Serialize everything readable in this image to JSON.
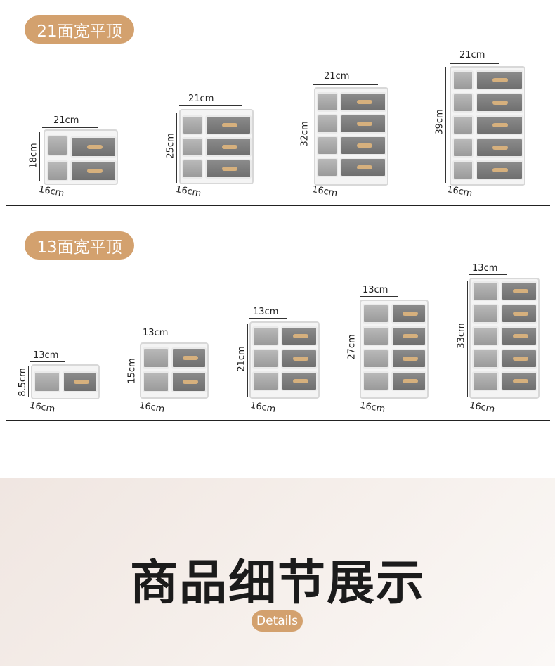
{
  "section1": {
    "badge": "21面宽平顶"
  },
  "section2": {
    "badge": "13面宽平顶"
  },
  "units_21": [
    {
      "width": "21cm",
      "height": "18cm",
      "depth": "16cm",
      "drawers": 2
    },
    {
      "width": "21cm",
      "height": "25cm",
      "depth": "16cm",
      "drawers": 3
    },
    {
      "width": "21cm",
      "height": "32cm",
      "depth": "16cm",
      "drawers": 4
    },
    {
      "width": "21cm",
      "height": "39cm",
      "depth": "16cm",
      "drawers": 5
    }
  ],
  "units_13": [
    {
      "width": "13cm",
      "height": "8.5cm",
      "depth": "16cm",
      "drawers": 1
    },
    {
      "width": "13cm",
      "height": "15cm",
      "depth": "16cm",
      "drawers": 2
    },
    {
      "width": "13cm",
      "height": "21cm",
      "depth": "16cm",
      "drawers": 3
    },
    {
      "width": "13cm",
      "height": "27cm",
      "depth": "16cm",
      "drawers": 4
    },
    {
      "width": "13cm",
      "height": "33cm",
      "depth": "16cm",
      "drawers": 5
    }
  ],
  "footer": {
    "title": "商品细节展示",
    "button": "Details"
  },
  "colors": {
    "accent": "#d3a16e",
    "handle": "#d6b07d"
  }
}
